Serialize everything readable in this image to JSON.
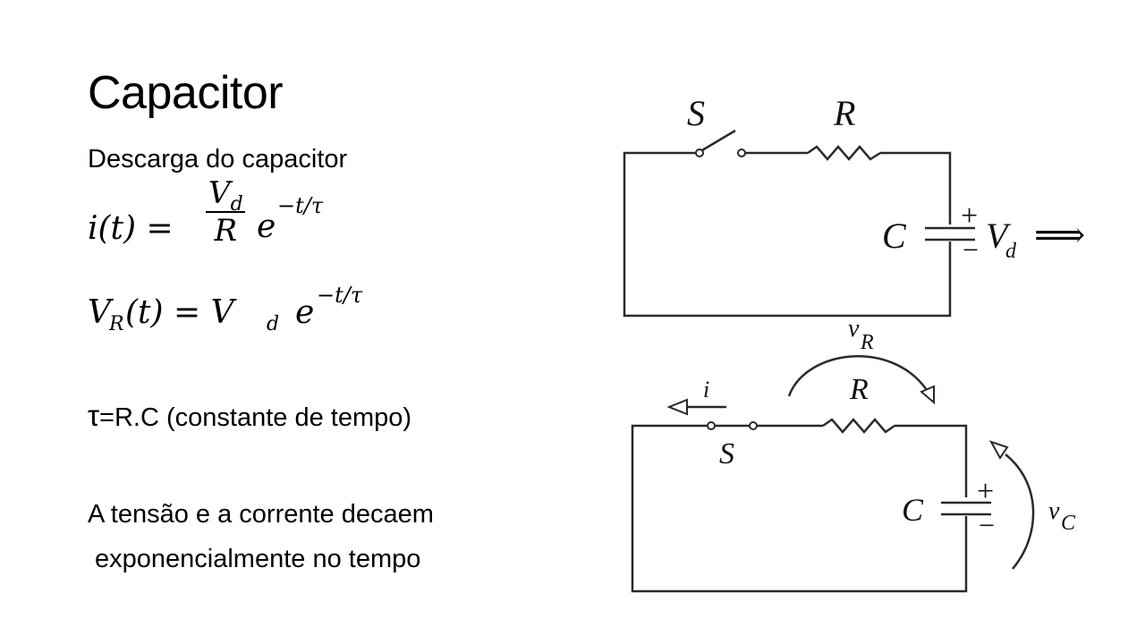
{
  "slide": {
    "title": "Capacitor",
    "subtitle": "Descarga do capacitor",
    "eq1": {
      "lhs": "i(t) =",
      "num_main": "V",
      "num_sub": "d",
      "den": "R",
      "exp_base": "e",
      "exp_power": "−t/τ"
    },
    "eq2": {
      "v": "V",
      "v_sub": "R",
      "mid": "(t) = V",
      "mid_sub": "d",
      "exp_base": "e",
      "exp_power": "−t/τ"
    },
    "tau_symbol": "τ",
    "tau_text": "=R.C (constante de tempo)",
    "line1": "A tensão e a corrente decaem",
    "line2": "exponencialmente no tempo"
  },
  "diagram": {
    "top": {
      "switch": "S",
      "resistor": "R",
      "capacitor": "C",
      "plus": "+",
      "minus": "−",
      "voltage": "V",
      "voltage_sub": "d",
      "arrow": "⟹"
    },
    "bottom": {
      "current": "i",
      "switch": "S",
      "resistor": "R",
      "resistor_voltage": "v",
      "resistor_voltage_sub": "R",
      "capacitor": "C",
      "plus": "+",
      "minus": "−",
      "capacitor_voltage": "v",
      "capacitor_voltage_sub": "C"
    }
  }
}
